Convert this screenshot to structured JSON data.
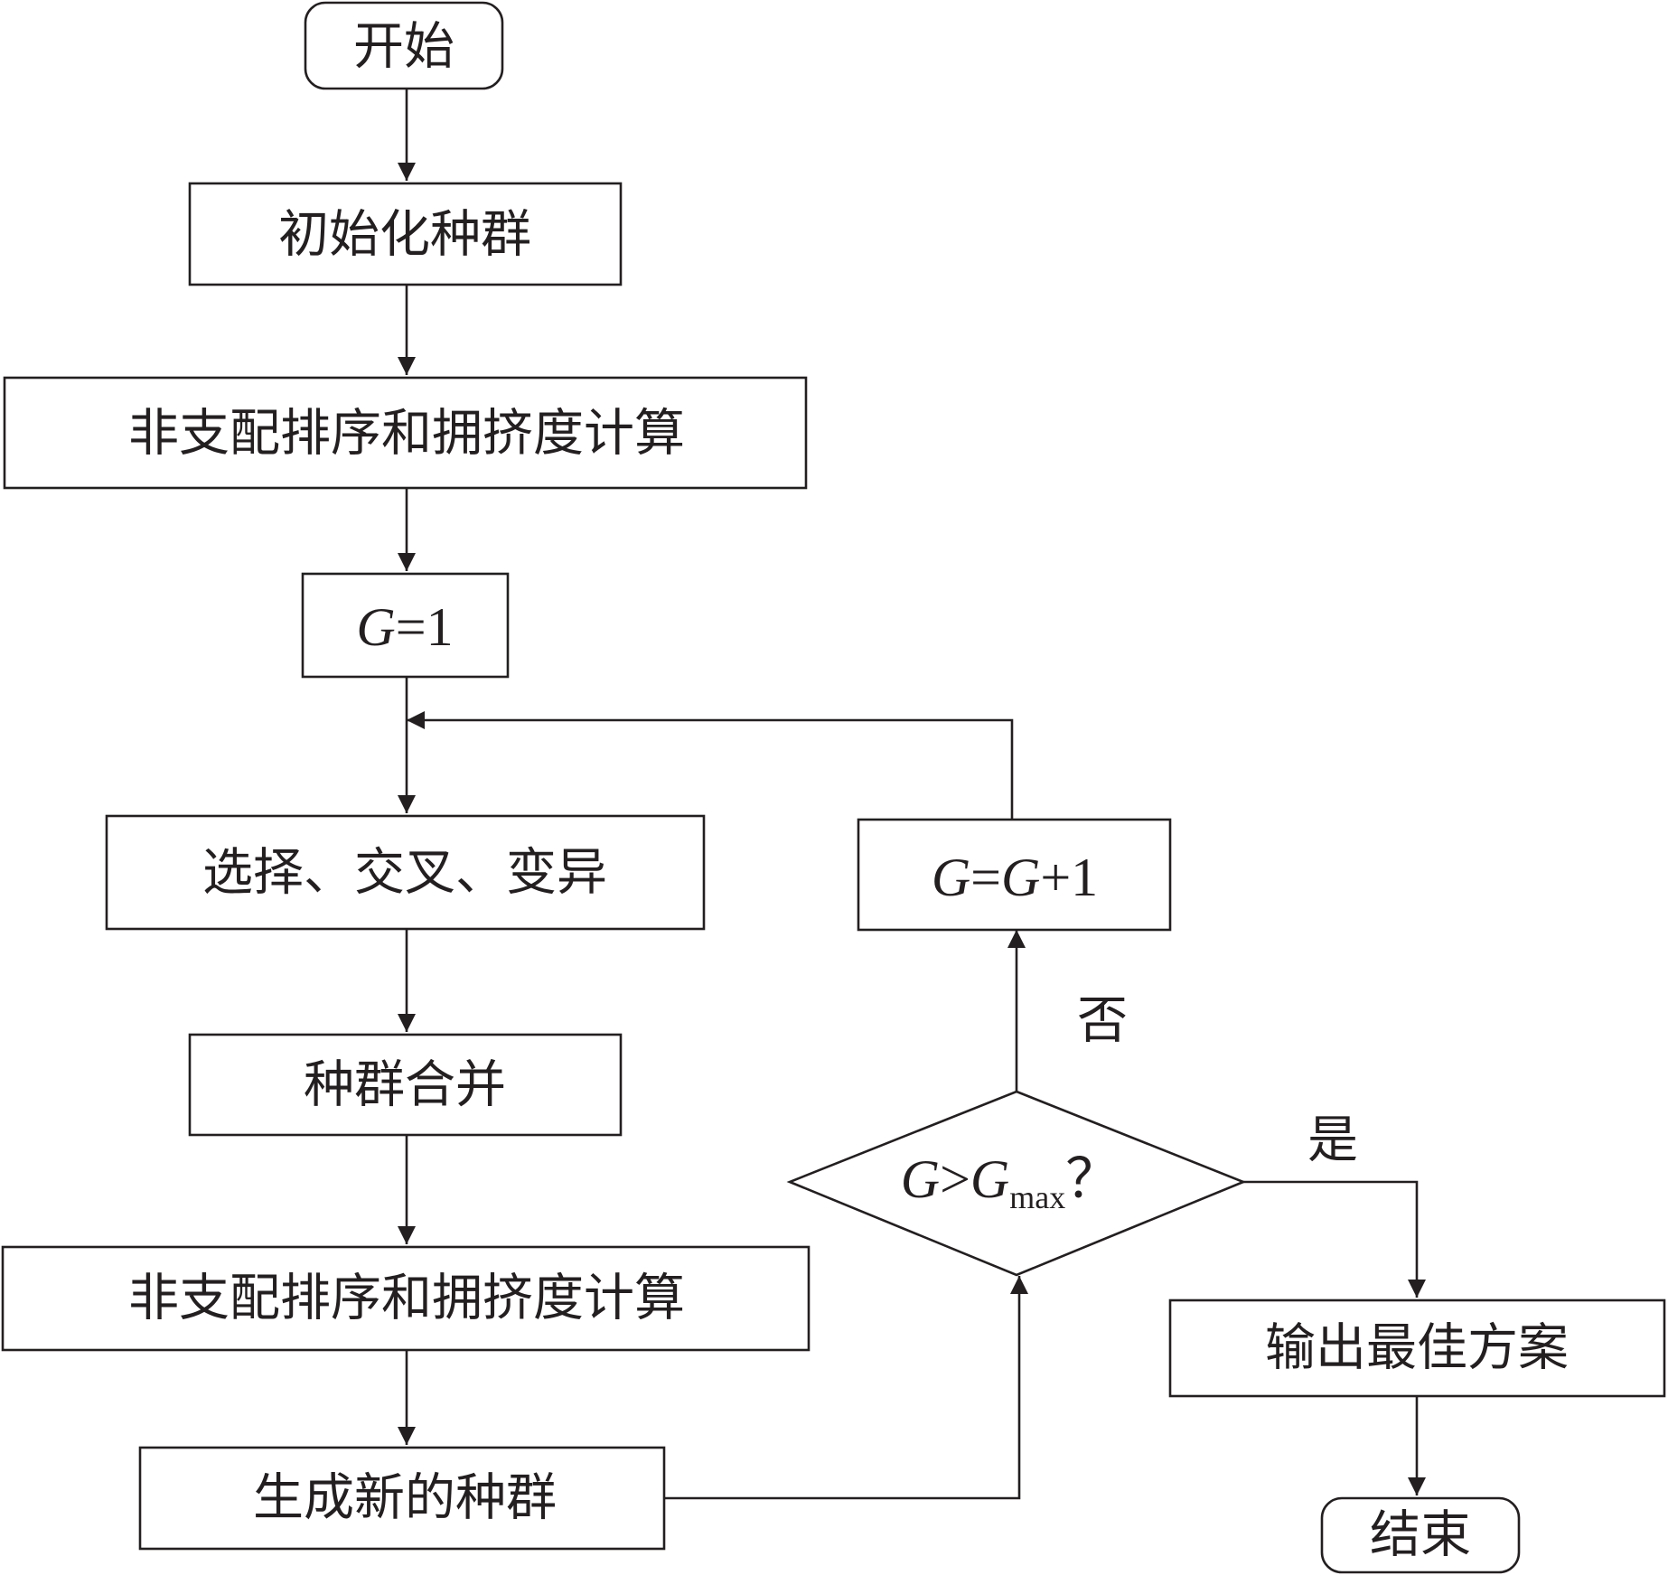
{
  "nodes": {
    "start": "开始",
    "init_population": "初始化种群",
    "nd_sort_1": "非支配排序和拥挤度计算",
    "g_init": {
      "var": "G",
      "rest": "=1"
    },
    "genetic_ops": "选择、交叉、变异",
    "merge_population": "种群合并",
    "nd_sort_2": "非支配排序和拥挤度计算",
    "new_population": "生成新的种群",
    "decision": {
      "var": "G",
      "op": ">",
      "var2": "G",
      "sub": "max",
      "q": "？"
    },
    "g_increment": {
      "var": "G",
      "eq": "=",
      "var2": "G",
      "rest": "+1"
    },
    "output_best": "输出最佳方案",
    "end": "结束"
  },
  "edge_labels": {
    "no": "否",
    "yes": "是"
  },
  "colors": {
    "stroke": "#231f20",
    "background": "#ffffff"
  }
}
